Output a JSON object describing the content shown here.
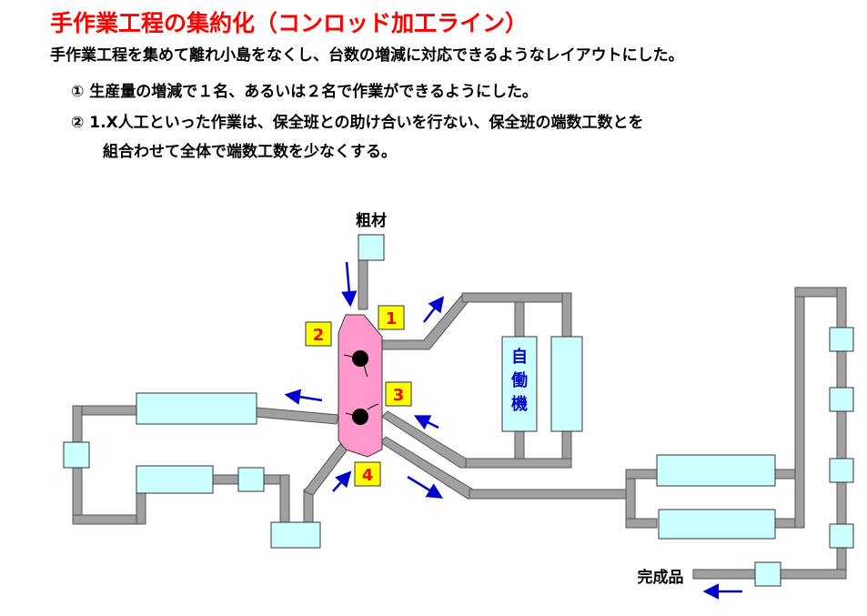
{
  "title": "手作業工程の集約化（コンロッド加工ライン）",
  "intro": "手作業工程を集めて離れ小島をなくし、台数の増減に対応できるようなレイアウトにした。",
  "points": [
    "①  生産量の増減で１名、あるいは２名で作業ができるようにした。",
    "②  1.X人工といった作業は、保全班との助け合いを行ない、保全班の端数工数とを",
    "組合わせて全体で端数工数を少なくする。"
  ],
  "diagram": {
    "raw_material_label": "粗材",
    "finished_label": "完成品",
    "auto_machine_label": [
      "自",
      "働",
      "機"
    ],
    "station_numbers": [
      "1",
      "2",
      "3",
      "4"
    ],
    "colors": {
      "conveyor": "#a0a0a0",
      "conveyor_edge": "#555555",
      "machine": "#ccffff",
      "work_area": "#ff99cc",
      "station_box": "#ffff00",
      "station_text": "#ff0000",
      "arrow": "#0000cc",
      "title": "#ff0000"
    }
  }
}
